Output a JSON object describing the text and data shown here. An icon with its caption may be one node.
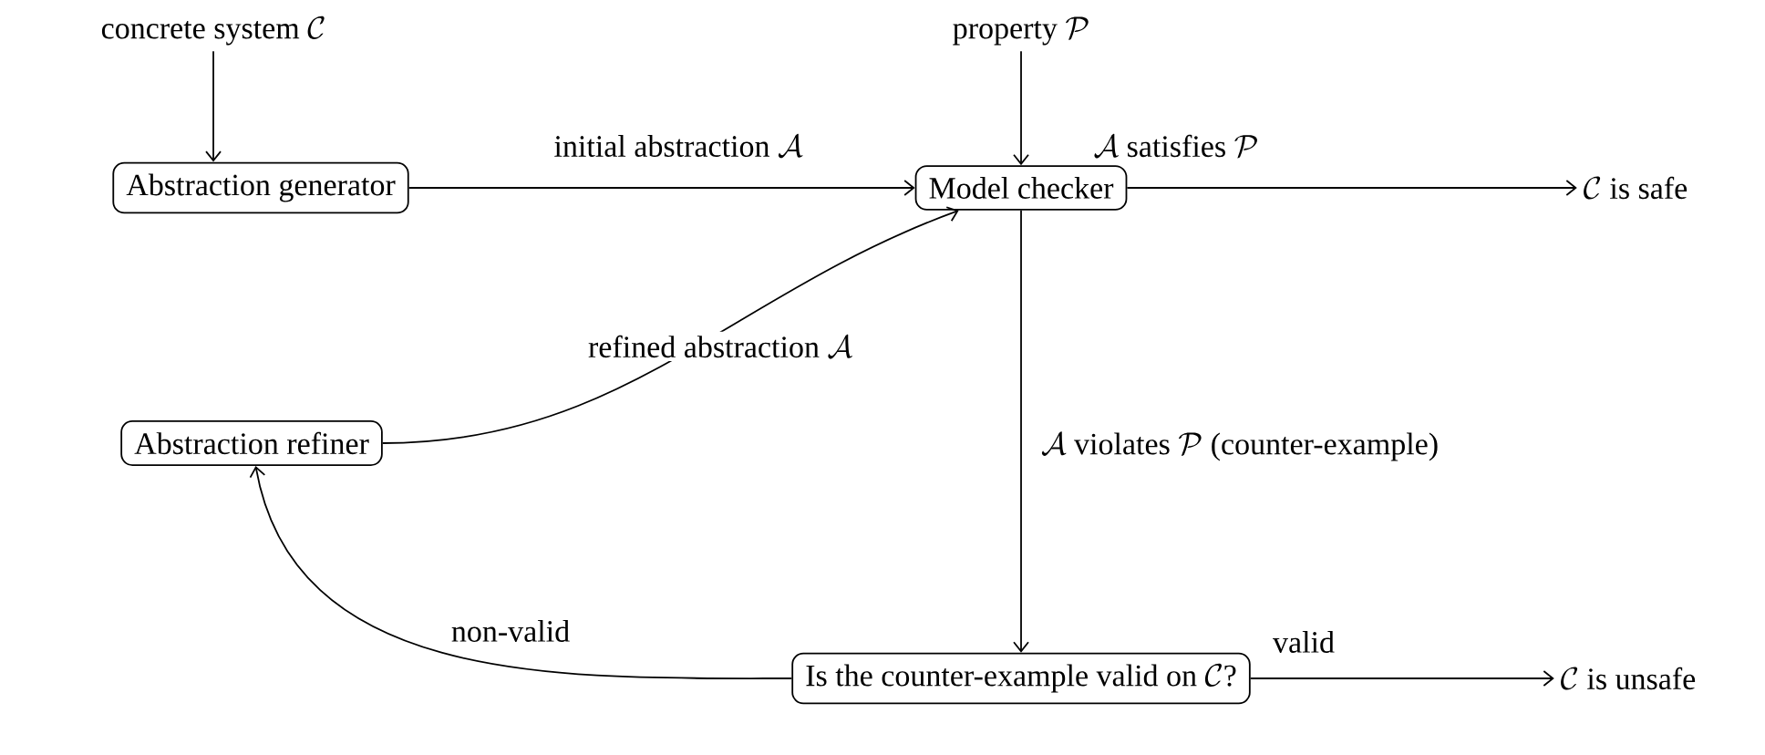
{
  "diagram": {
    "nodes": [
      {
        "text": [
          "\\text{concrete system }\\mathcal{C}"
        ]
      },
      {
        "text": [
          "\\text{property }\\mathcal{P}"
        ]
      },
      {
        "text": [
          "Abstraction generator"
        ]
      },
      {
        "text": [
          "Model checker"
        ]
      },
      {
        "text": [
          "\\mathcal{C}\\text{ is safe}"
        ]
      },
      {
        "text": [
          "Abstraction refiner"
        ]
      },
      {
        "text": [
          "\\text{Is the counter-example valid on }\\mathcal{C}\\text{?}"
        ]
      },
      {
        "text": [
          "\\mathcal{C}\\text{ is unsafe}"
        ]
      }
    ],
    "edges": [
      {
        "from": 0,
        "to": 2,
        "arrow": "to"
      },
      {
        "from": 1,
        "to": 3,
        "arrow": "to"
      },
      {
        "from": 2,
        "to": 3,
        "arrow": "to",
        "label": "\\text{initial abstraction }\\mathcal{A}"
      },
      {
        "from": 3,
        "to": 4,
        "arrow": "to",
        "label": "\\mathcal{A}\\text{ satisfies }\\mathcal{P}"
      },
      {
        "from": 5,
        "to": 3,
        "arrow": "to",
        "label": "\\text{refined abstraction }\\mathcal{A}"
      },
      {
        "from": 3,
        "to": 6,
        "arrow": "to",
        "label": "\\mathcal{A}\\text{ violates }\\mathcal{P}\\text{ (counter-example)}"
      },
      {
        "from": 6,
        "to": 5,
        "arrow": "to",
        "label": "non-valid"
      },
      {
        "from": 6,
        "to": 7,
        "arrow": "to",
        "label": "valid"
      }
    ]
  }
}
